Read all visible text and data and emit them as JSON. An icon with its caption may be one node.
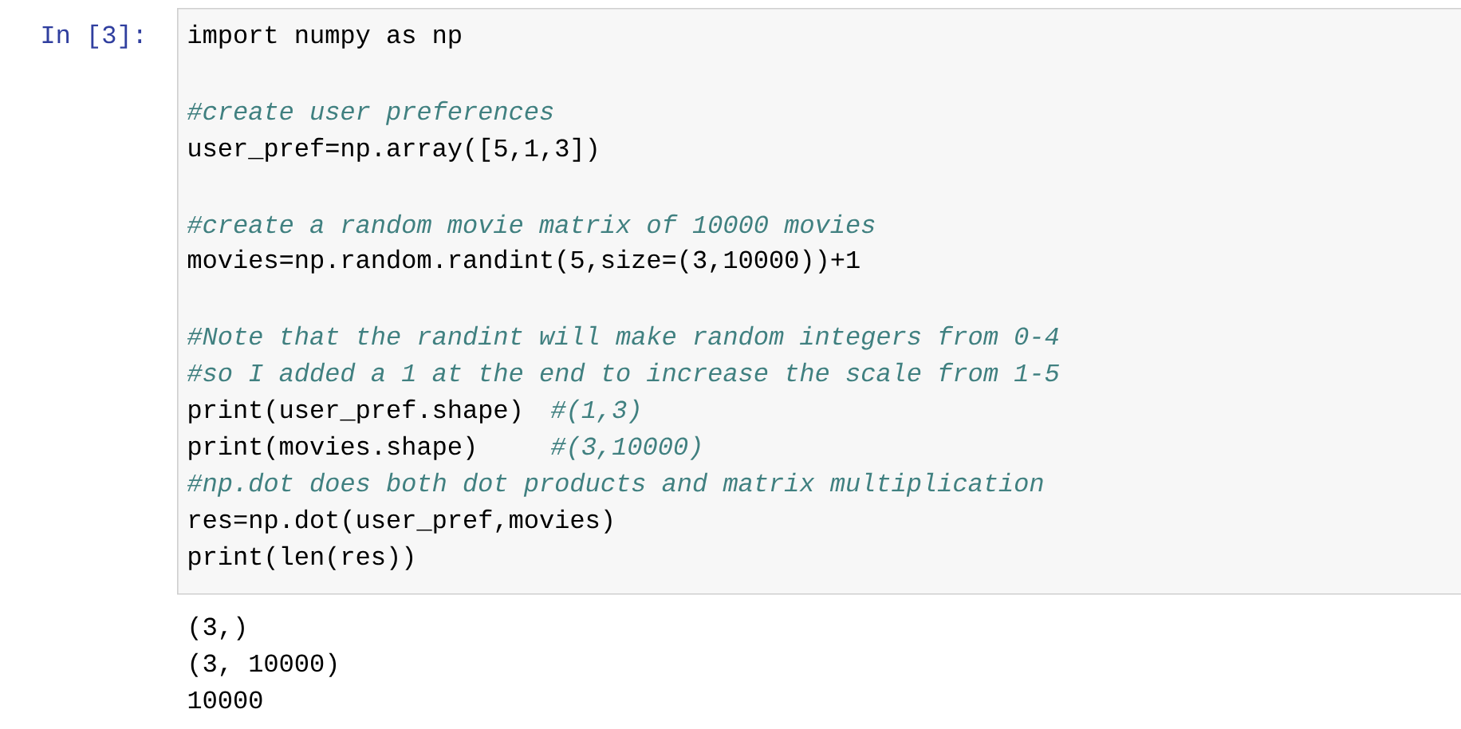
{
  "diagram": {
    "nodes": [
      {
        "text": [
          "import numpy as np",
          "#create user preferences",
          "user_pref=np.array([5,1,3])",
          "#create a random movie matrix of 10000 movies",
          "movies=np.random.randint(5,size=(3,10000))+1",
          "#Note that the randint will make random integers from 0-4",
          "#so I added a 1 at the end to increase the scale from 1-5",
          "print(user_pref.shape)",
          "#(1,3)",
          "print(movies.shape)",
          "#(3,10000)",
          "#np.dot does both dot products and matrix multiplication",
          "res=np.dot(user_pref,movies)",
          "print(len(res))"
        ]
      }
    ],
    "labels": [
      "In [3]:",
      "(3,)",
      "(3, 10000)",
      "10000"
    ]
  }
}
